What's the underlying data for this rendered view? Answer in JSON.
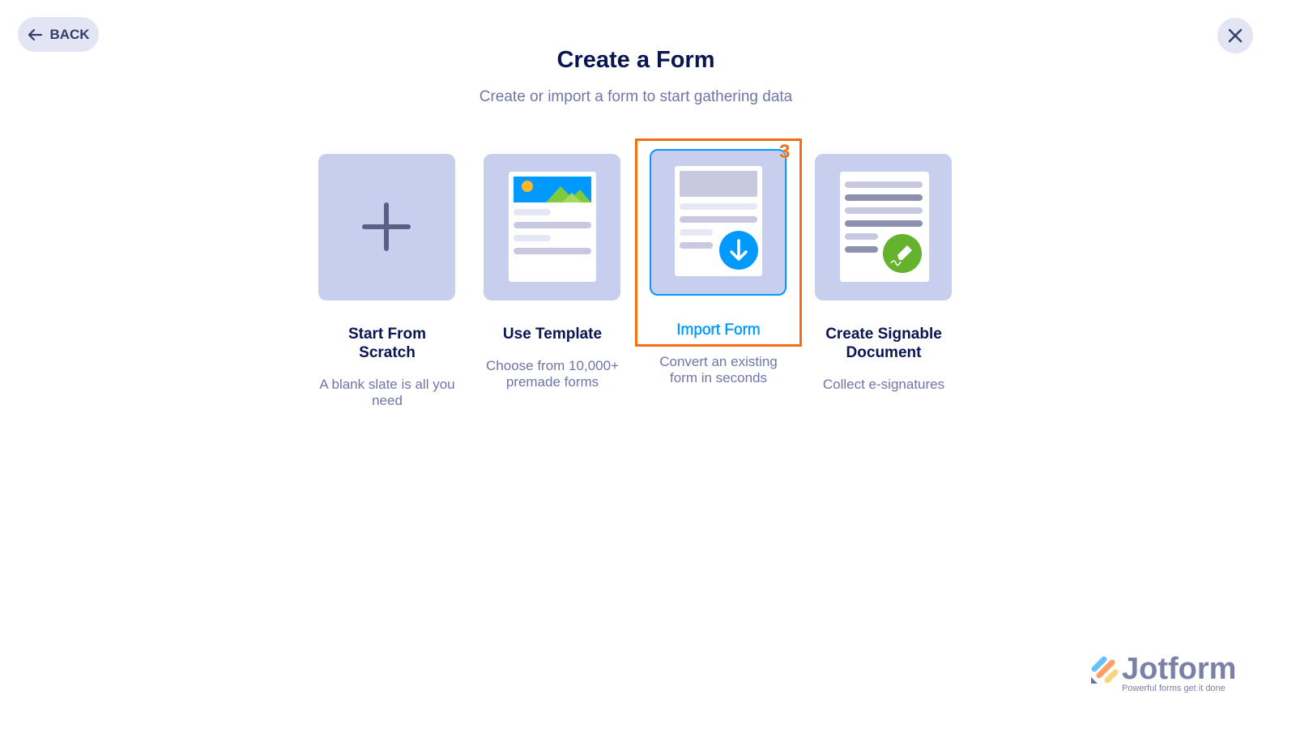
{
  "header": {
    "back_label": "BACK",
    "title": "Create a Form",
    "subtitle": "Create or import a form to start gathering data"
  },
  "options": [
    {
      "title": "Start From Scratch",
      "description": "A blank slate is all you need"
    },
    {
      "title": "Use Template",
      "description": "Choose from 10,000+ premade forms"
    },
    {
      "title": "Import Form",
      "description": "Convert an existing form in seconds"
    },
    {
      "title": "Create Signable Document",
      "description": "Collect e-signatures"
    }
  ],
  "annotation": {
    "marker": "3"
  },
  "brand": {
    "name": "Jotform",
    "tagline": "Powerful forms get it done"
  }
}
